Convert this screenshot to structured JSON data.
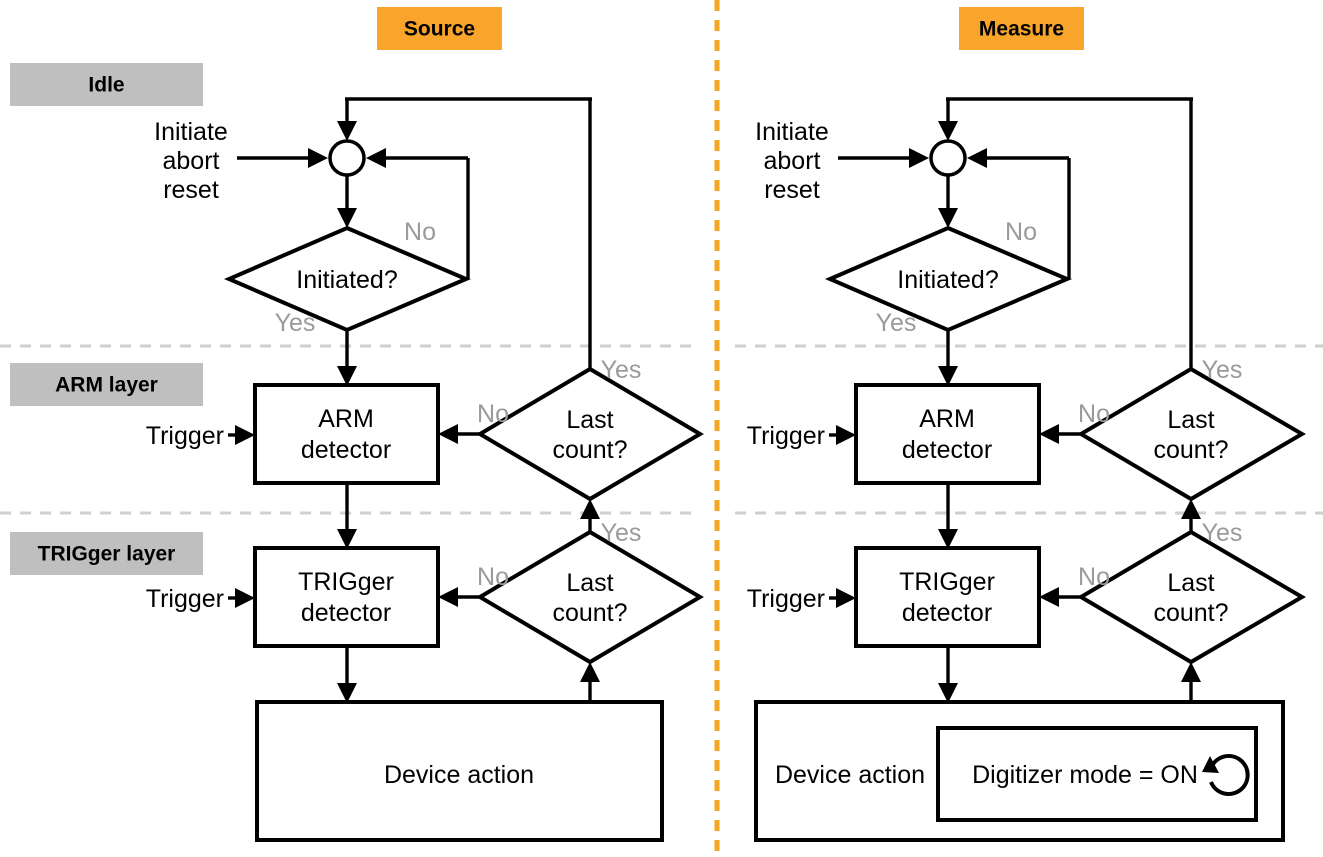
{
  "diagram": {
    "title_left": "Source",
    "title_right": "Measure",
    "layers": [
      {
        "name": "Idle",
        "label": "Idle"
      },
      {
        "name": "ARM layer",
        "label": "ARM layer"
      },
      {
        "name": "TRIGger layer",
        "label": "TRIGger layer"
      }
    ],
    "colors": {
      "banner_accent": "#f9a52b",
      "layer_banner": "#bfbfbf",
      "node_stroke": "#000000",
      "node_fill": "#ffffff",
      "branch_label": "#9a9a9a",
      "layer_divider": "#cfcfcf",
      "panel_divider": "#f5a623"
    }
  },
  "panels": {
    "source": {
      "banner": "Source",
      "input_label_line1": "Initiate",
      "input_label_line2": "abort",
      "input_label_line3": "reset",
      "decision_initiated": "Initiated?",
      "branch_no": "No",
      "branch_yes": "Yes",
      "arm_detector_line1": "ARM",
      "arm_detector_line2": "detector",
      "arm_trigger_label": "Trigger",
      "arm_last_count_line1": "Last",
      "arm_last_count_line2": "count?",
      "arm_branch_no": "No",
      "arm_branch_yes": "Yes",
      "trig_detector_line1": "TRIGger",
      "trig_detector_line2": "detector",
      "trig_trigger_label": "Trigger",
      "trig_last_count_line1": "Last",
      "trig_last_count_line2": "count?",
      "trig_branch_no": "No",
      "trig_branch_yes": "Yes",
      "device_action": "Device action"
    },
    "measure": {
      "banner": "Measure",
      "input_label_line1": "Initiate",
      "input_label_line2": "abort",
      "input_label_line3": "reset",
      "decision_initiated": "Initiated?",
      "branch_no": "No",
      "branch_yes": "Yes",
      "arm_detector_line1": "ARM",
      "arm_detector_line2": "detector",
      "arm_trigger_label": "Trigger",
      "arm_last_count_line1": "Last",
      "arm_last_count_line2": "count?",
      "arm_branch_no": "No",
      "arm_branch_yes": "Yes",
      "trig_detector_line1": "TRIGger",
      "trig_detector_line2": "detector",
      "trig_trigger_label": "Trigger",
      "trig_last_count_line1": "Last",
      "trig_last_count_line2": "count?",
      "trig_branch_no": "No",
      "trig_branch_yes": "Yes",
      "device_action": "Device action",
      "digitizer_mode": "Digitizer mode = ON",
      "digitizer_loop_icon": "loop-arrow-icon"
    }
  }
}
